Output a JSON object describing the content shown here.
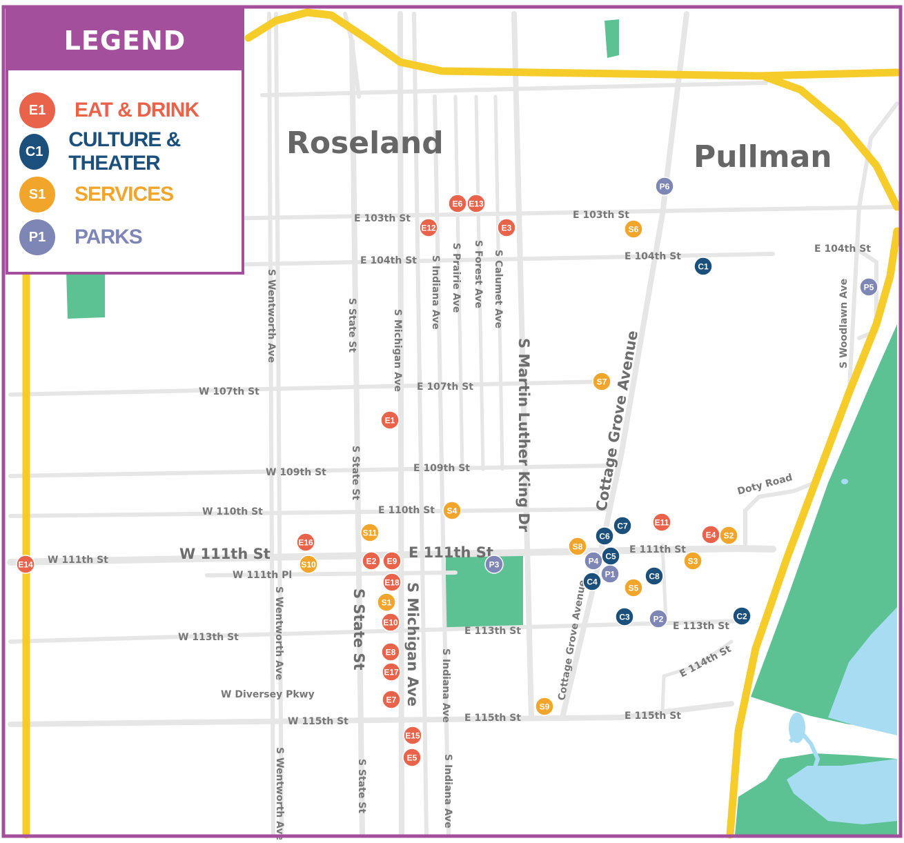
{
  "legend": {
    "title": "LEGEND",
    "items": [
      {
        "code": "E1",
        "label": "EAT & DRINK",
        "color": "#e8634a"
      },
      {
        "code": "C1",
        "label": "CULTURE & THEATER",
        "color": "#1b4f7c"
      },
      {
        "code": "S1",
        "label": "SERVICES",
        "color": "#f2a52b"
      },
      {
        "code": "P1",
        "label": "PARKS",
        "color": "#7d86b5"
      }
    ]
  },
  "neighborhoods": [
    "Roseland",
    "Pullman"
  ],
  "streets": {
    "e103": "E 103th St",
    "e103b": "E 103th St",
    "e104": "E 104th St",
    "e104b": "E 104th St",
    "e104c": "E 104th St",
    "w107": "W 107th St",
    "e107": "E 107th St",
    "w109": "W 109th St",
    "e109": "E 109th St",
    "w110": "W 110th St",
    "e110": "E 110th St",
    "w111_small": "W 111th St",
    "w111_big": "W 111th St",
    "e111_big": "E 111th St",
    "e111_small": "E 111th St",
    "w111pl": "W 111th Pl",
    "w113": "W 113th St",
    "e113": "E 113th St",
    "e113b": "E 113th St",
    "e114": "E 114th St",
    "w115": "W 115th St",
    "e115": "E 115th St",
    "e115b": "E 115th St",
    "diversey": "W Diversey Pkwy",
    "doty": "Doty Road",
    "wentworth1": "S Wentworth Ave",
    "wentworth2": "S Wentworth Ave",
    "wentworth3": "S Wentworth Ave",
    "state1": "S State St",
    "state2": "S State St",
    "state3": "S State St",
    "state4": "S State St",
    "michigan1": "S Michigan Ave",
    "michigan2": "S Michigan Ave",
    "indiana1": "S Indiana Ave",
    "indiana2": "S Indiana Ave",
    "indiana3": "S Indiana Ave",
    "prairie": "S Prairie Ave",
    "forest": "S Forest Ave",
    "calumet": "S Calumet Ave",
    "mlk": "S Martin Luther King Dr",
    "cottage_big": "Cottage Grove Avenue",
    "cottage_small": "Cottage Grove Avenue",
    "woodlawn": "S Woodlawn Ave"
  },
  "markers": [
    {
      "id": "E1",
      "cat": "E"
    },
    {
      "id": "E2",
      "cat": "E"
    },
    {
      "id": "E3",
      "cat": "E"
    },
    {
      "id": "E4",
      "cat": "E"
    },
    {
      "id": "E5",
      "cat": "E"
    },
    {
      "id": "E6",
      "cat": "E"
    },
    {
      "id": "E7",
      "cat": "E"
    },
    {
      "id": "E8",
      "cat": "E"
    },
    {
      "id": "E9",
      "cat": "E"
    },
    {
      "id": "E10",
      "cat": "E"
    },
    {
      "id": "E11",
      "cat": "E"
    },
    {
      "id": "E12",
      "cat": "E"
    },
    {
      "id": "E13",
      "cat": "E"
    },
    {
      "id": "E14",
      "cat": "E"
    },
    {
      "id": "E15",
      "cat": "E"
    },
    {
      "id": "E16",
      "cat": "E"
    },
    {
      "id": "E17",
      "cat": "E"
    },
    {
      "id": "E18",
      "cat": "E"
    },
    {
      "id": "C1",
      "cat": "C"
    },
    {
      "id": "C2",
      "cat": "C"
    },
    {
      "id": "C3",
      "cat": "C"
    },
    {
      "id": "C4",
      "cat": "C"
    },
    {
      "id": "C5",
      "cat": "C"
    },
    {
      "id": "C6",
      "cat": "C"
    },
    {
      "id": "C7",
      "cat": "C"
    },
    {
      "id": "C8",
      "cat": "C"
    },
    {
      "id": "S1",
      "cat": "S"
    },
    {
      "id": "S2",
      "cat": "S"
    },
    {
      "id": "S3",
      "cat": "S"
    },
    {
      "id": "S4",
      "cat": "S"
    },
    {
      "id": "S5",
      "cat": "S"
    },
    {
      "id": "S6",
      "cat": "S"
    },
    {
      "id": "S7",
      "cat": "S"
    },
    {
      "id": "S8",
      "cat": "S"
    },
    {
      "id": "S9",
      "cat": "S"
    },
    {
      "id": "S10",
      "cat": "S"
    },
    {
      "id": "S11",
      "cat": "S"
    },
    {
      "id": "P1",
      "cat": "P"
    },
    {
      "id": "P2",
      "cat": "P"
    },
    {
      "id": "P3",
      "cat": "P"
    },
    {
      "id": "P4",
      "cat": "P"
    },
    {
      "id": "P5",
      "cat": "P"
    },
    {
      "id": "P6",
      "cat": "P"
    }
  ],
  "colors": {
    "frame": "#a34f9c",
    "highway": "#f6cc2a",
    "road": "#e6e6e6",
    "park": "#5cc294",
    "water": "#a8dcf2",
    "E": "#e8634a",
    "C": "#1b4f7c",
    "S": "#f2a52b",
    "P": "#7d86b5"
  }
}
